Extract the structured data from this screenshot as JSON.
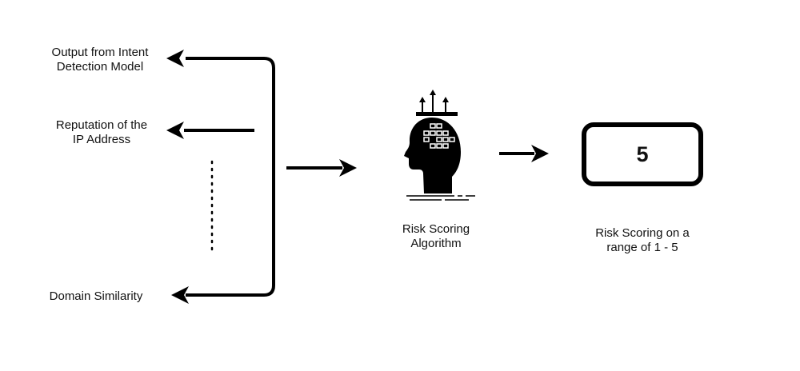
{
  "inputs": [
    {
      "line1": "Output from Intent",
      "line2": "Detection Model"
    },
    {
      "line1": "Reputation of the",
      "line2": "IP Address"
    },
    {
      "line1": "Domain Similarity",
      "line2": ""
    }
  ],
  "algorithm": {
    "line1": "Risk Scoring",
    "line2": "Algorithm",
    "icon": "head-brain-icon"
  },
  "output": {
    "value": "5",
    "line1": "Risk Scoring on a",
    "line2": "range of 1 - 5"
  }
}
